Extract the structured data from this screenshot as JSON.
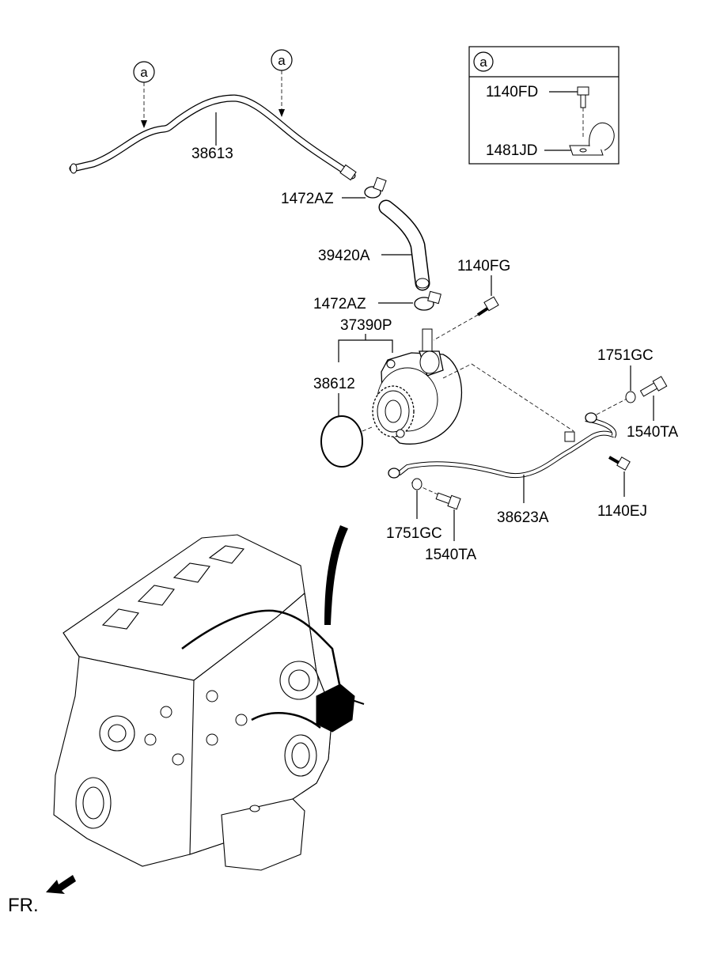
{
  "callout_markers": {
    "left": "a",
    "right": "a",
    "detail": "a"
  },
  "parts": {
    "p38613": "38613",
    "p1472AZ_top": "1472AZ",
    "p39420A": "39420A",
    "p1140FG": "1140FG",
    "p1472AZ_bottom": "1472AZ",
    "p37390P": "37390P",
    "p38612": "38612",
    "p1751GC_right": "1751GC",
    "p1540TA_right": "1540TA",
    "p38623A": "38623A",
    "p1140EJ": "1140EJ",
    "p1751GC_bottom": "1751GC",
    "p1540TA_bottom": "1540TA"
  },
  "detail_box": {
    "p1140FD": "1140FD",
    "p1481JD": "1481JD"
  },
  "direction": {
    "fr_label": "FR."
  },
  "icons": [
    "arrow-down-icon",
    "front-direction-arrow-icon"
  ]
}
